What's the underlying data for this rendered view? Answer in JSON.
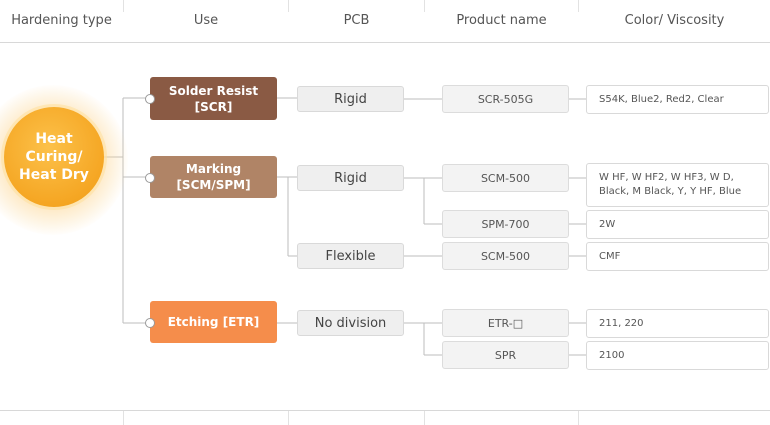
{
  "headers": {
    "hardening_type": "Hardening type",
    "use": "Use",
    "pcb": "PCB",
    "product_name": "Product name",
    "color_viscosity": "Color/ Viscosity"
  },
  "hardening": {
    "label": "Heat\nCuring/\nHeat Dry",
    "color": "#f5a623"
  },
  "uses": [
    {
      "label": "Solder Resist\n[SCR]",
      "color": "#8a5a44"
    },
    {
      "label": "Marking\n[SCM/SPM]",
      "color": "#b08466"
    },
    {
      "label": "Etching [ETR]",
      "color": "#f58d4b"
    }
  ],
  "pcb": [
    "Rigid",
    "Rigid",
    "Flexible",
    "No division"
  ],
  "products": [
    "SCR-505G",
    "SCM-500",
    "SPM-700",
    "SCM-500",
    "ETR-□",
    "SPR"
  ],
  "colors": [
    "S54K, Blue2, Red2, Clear",
    "W HF, W HF2, W HF3, W D, Black, M Black, Y, Y HF, Blue",
    "2W",
    "CMF",
    "211, 220",
    "2100"
  ]
}
